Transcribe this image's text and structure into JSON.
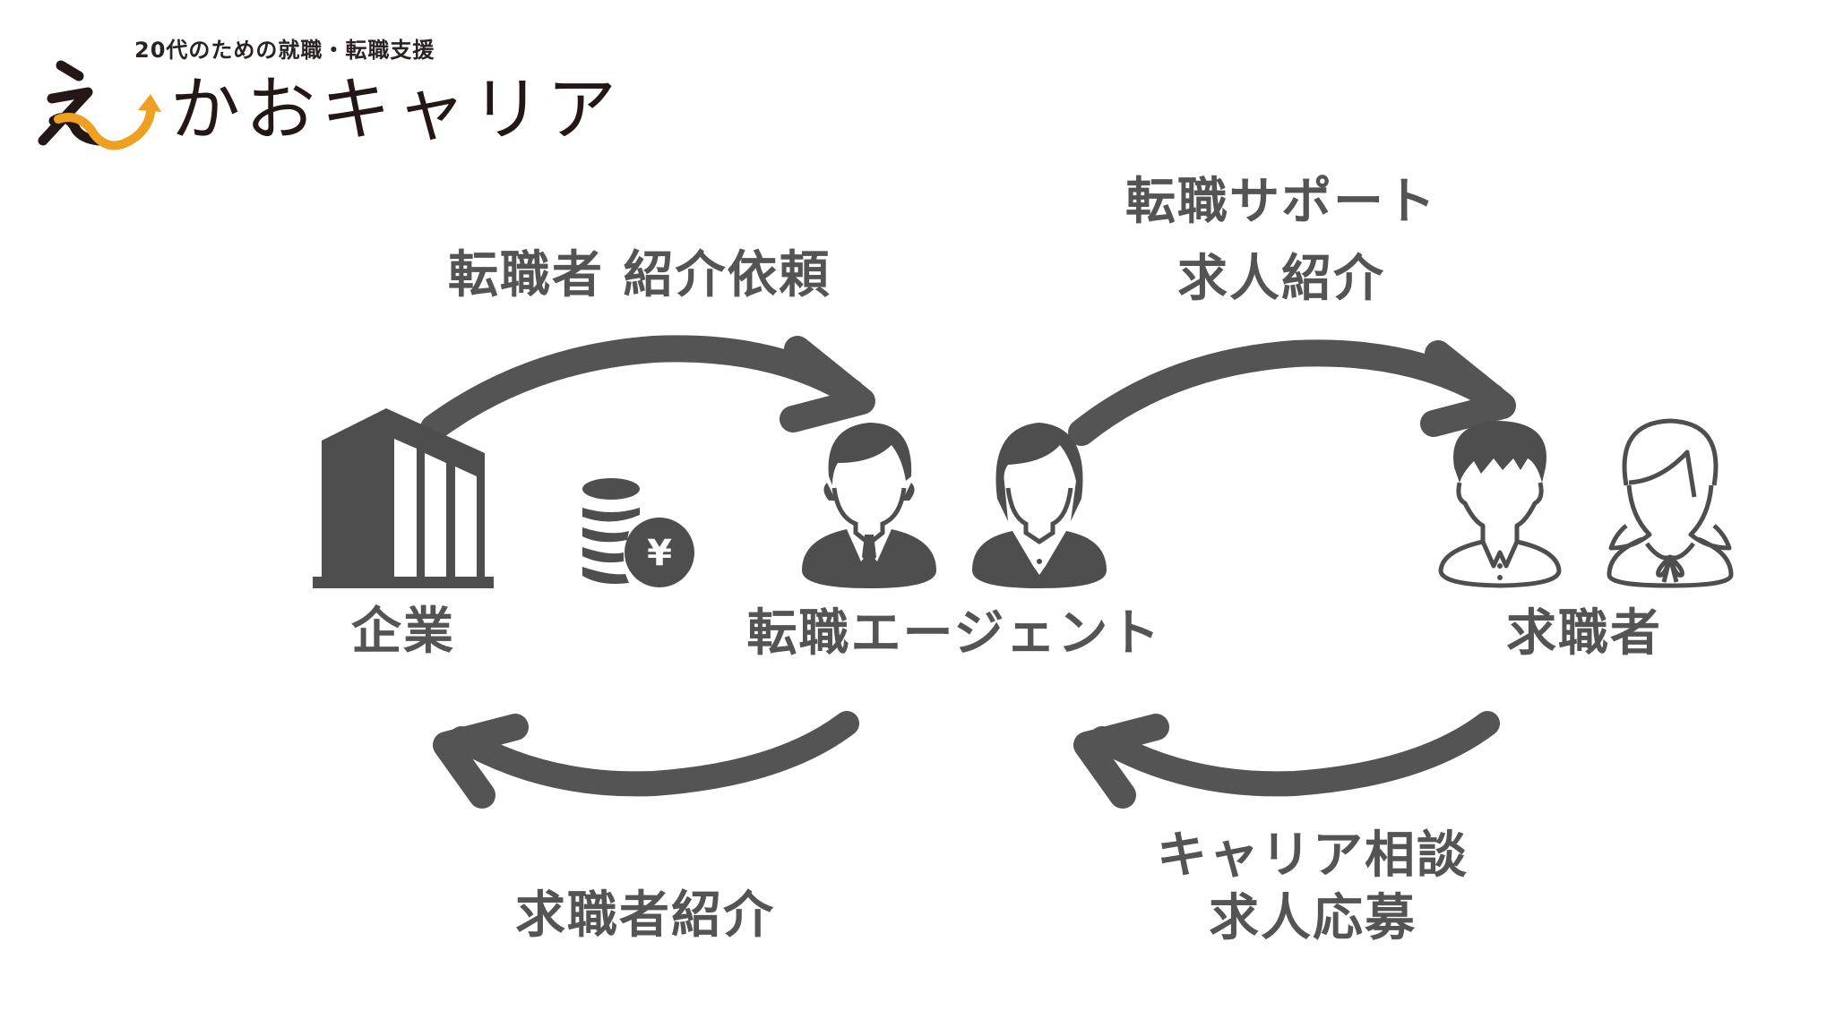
{
  "logo": {
    "tagline": "20代のための就職・転職支援",
    "first_char": "え",
    "name_rest": "かおキャリア",
    "brand_color": "#f0a020",
    "text_color": "#231815"
  },
  "diagram": {
    "accent_color": "#545454",
    "nodes": {
      "company": {
        "label": "企業",
        "icon": "building-icon"
      },
      "fee": {
        "icon": "coins-yen-icon",
        "symbol": "¥"
      },
      "agent": {
        "label": "転職エージェント",
        "icons": [
          "male-agent-icon",
          "female-agent-icon"
        ]
      },
      "seeker": {
        "label": "求職者",
        "icons": [
          "male-seeker-icon",
          "female-seeker-icon"
        ]
      }
    },
    "flows": {
      "company_to_agent": {
        "lines": [
          "転職者 紹介依頼"
        ],
        "direction": "right"
      },
      "agent_to_seeker": {
        "lines": [
          "転職サポート",
          "求人紹介"
        ],
        "direction": "right"
      },
      "agent_to_company": {
        "lines": [
          "求職者紹介"
        ],
        "direction": "left"
      },
      "seeker_to_agent": {
        "lines": [
          "キャリア相談",
          "求人応募"
        ],
        "direction": "left"
      }
    }
  }
}
